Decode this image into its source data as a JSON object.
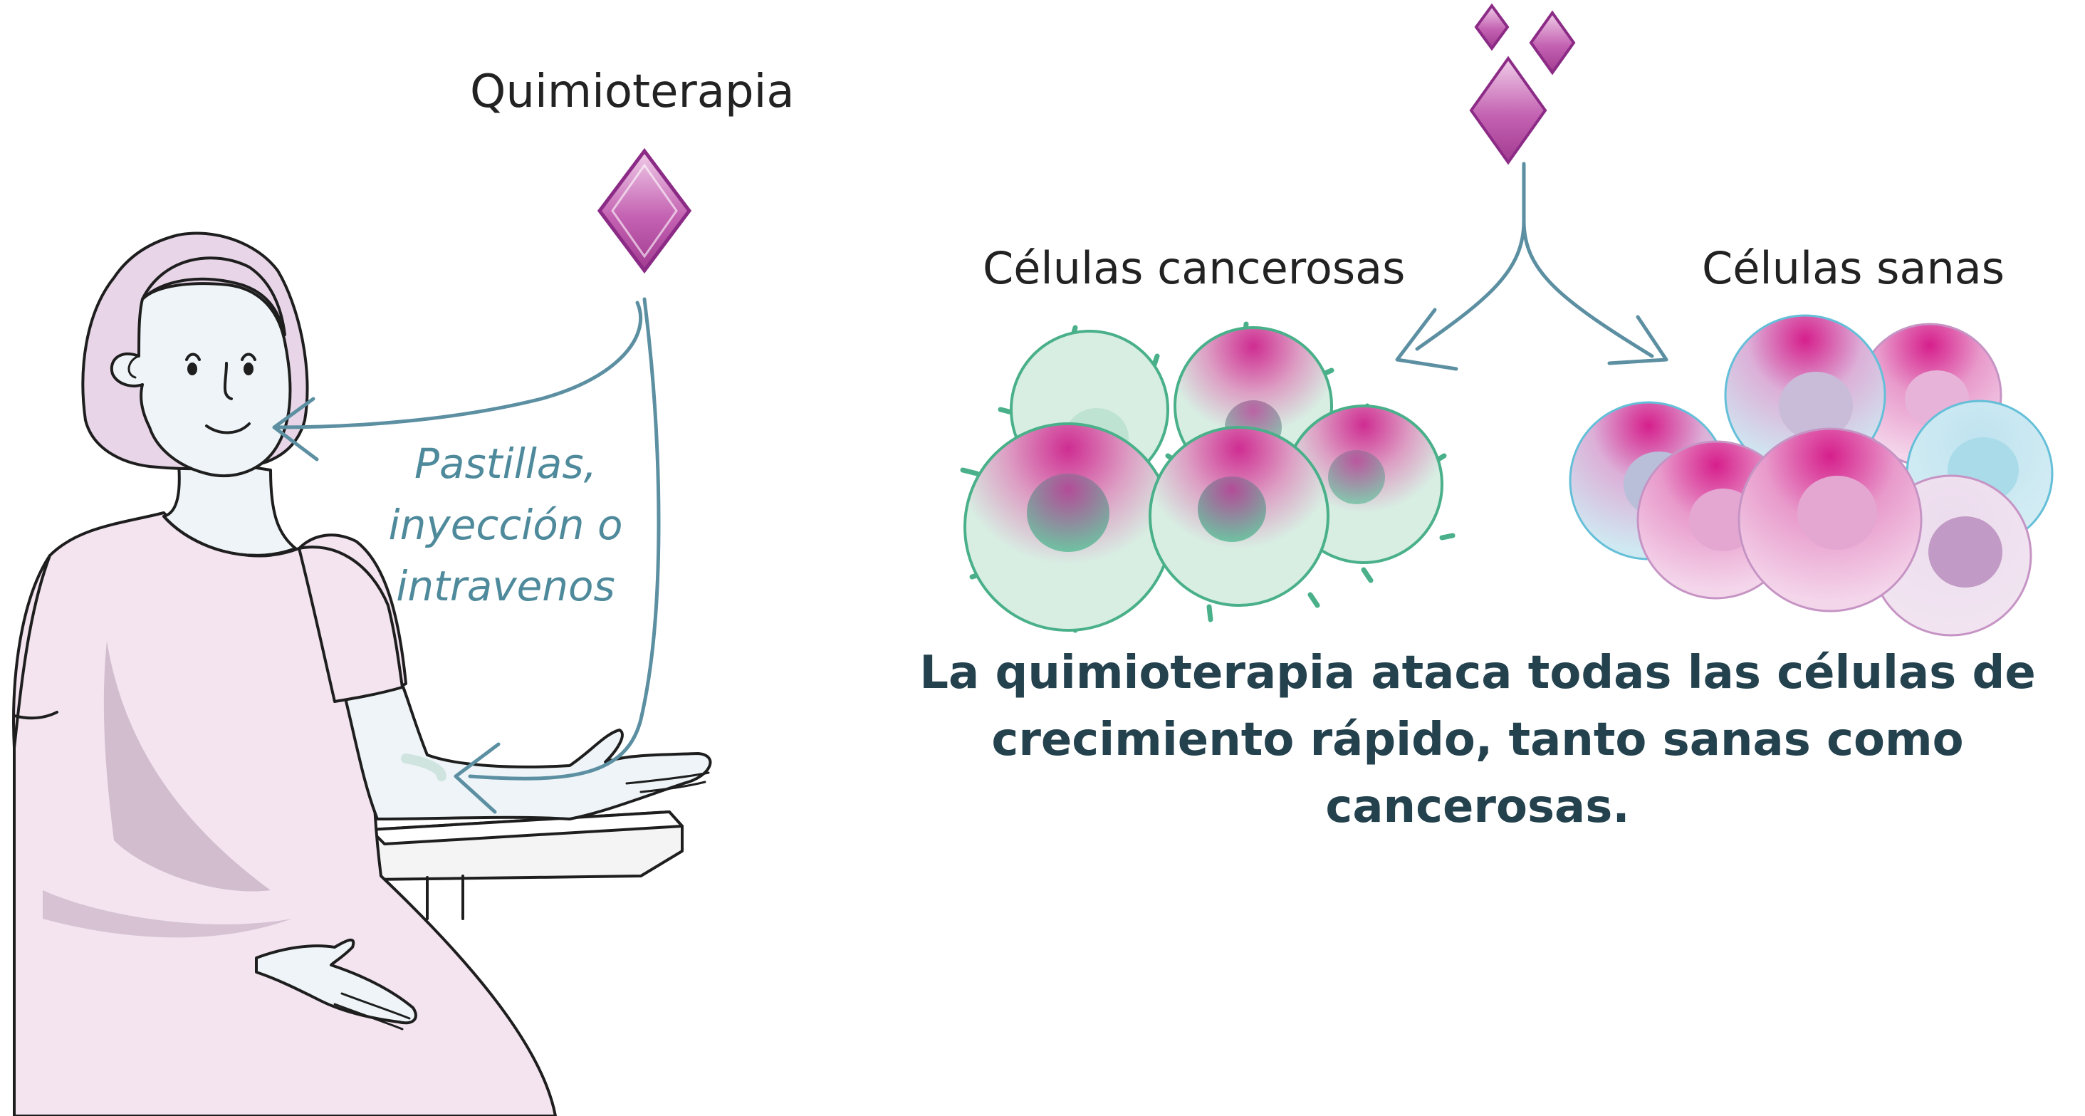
{
  "labels": {
    "title": "Quimioterapia",
    "method_lines": [
      "Pastillas,",
      "inyección o",
      "intravenos"
    ],
    "cancer_cells": "Células cancerosas",
    "healthy_cells": "Células sanas",
    "caption": "La quimioterapia ataca todas las células de crecimiento rápido, tanto sanas como cancerosas."
  },
  "icons": {
    "drug": "diamond-icon",
    "arrow": "arrow-icon"
  },
  "colors": {
    "outline": "#1e1e1e",
    "dress": "#f3e4f0",
    "dress_shadow": "#c9b3c6",
    "hair": "#e8d6e8",
    "skin": "#eef4f7",
    "arrow": "#5b8fa1",
    "drug_light": "#e6b9dc",
    "drug_dark": "#a23b91",
    "drug_stroke": "#8b2b86",
    "cancer_fill": "#d8eee3",
    "cancer_stroke": "#49b08a",
    "cancer_nucleus": "#6fc2a2",
    "magenta": "#cf2d92",
    "healthy_blue": "#cfe9f2",
    "healthy_blue_stroke": "#64bfd8",
    "healthy_pink": "#efc4e2",
    "healthy_stroke": "#c694c4",
    "healthy_nucleus": "#c29ac6",
    "caption": "#24414e",
    "method_text": "#4e8a9b"
  }
}
